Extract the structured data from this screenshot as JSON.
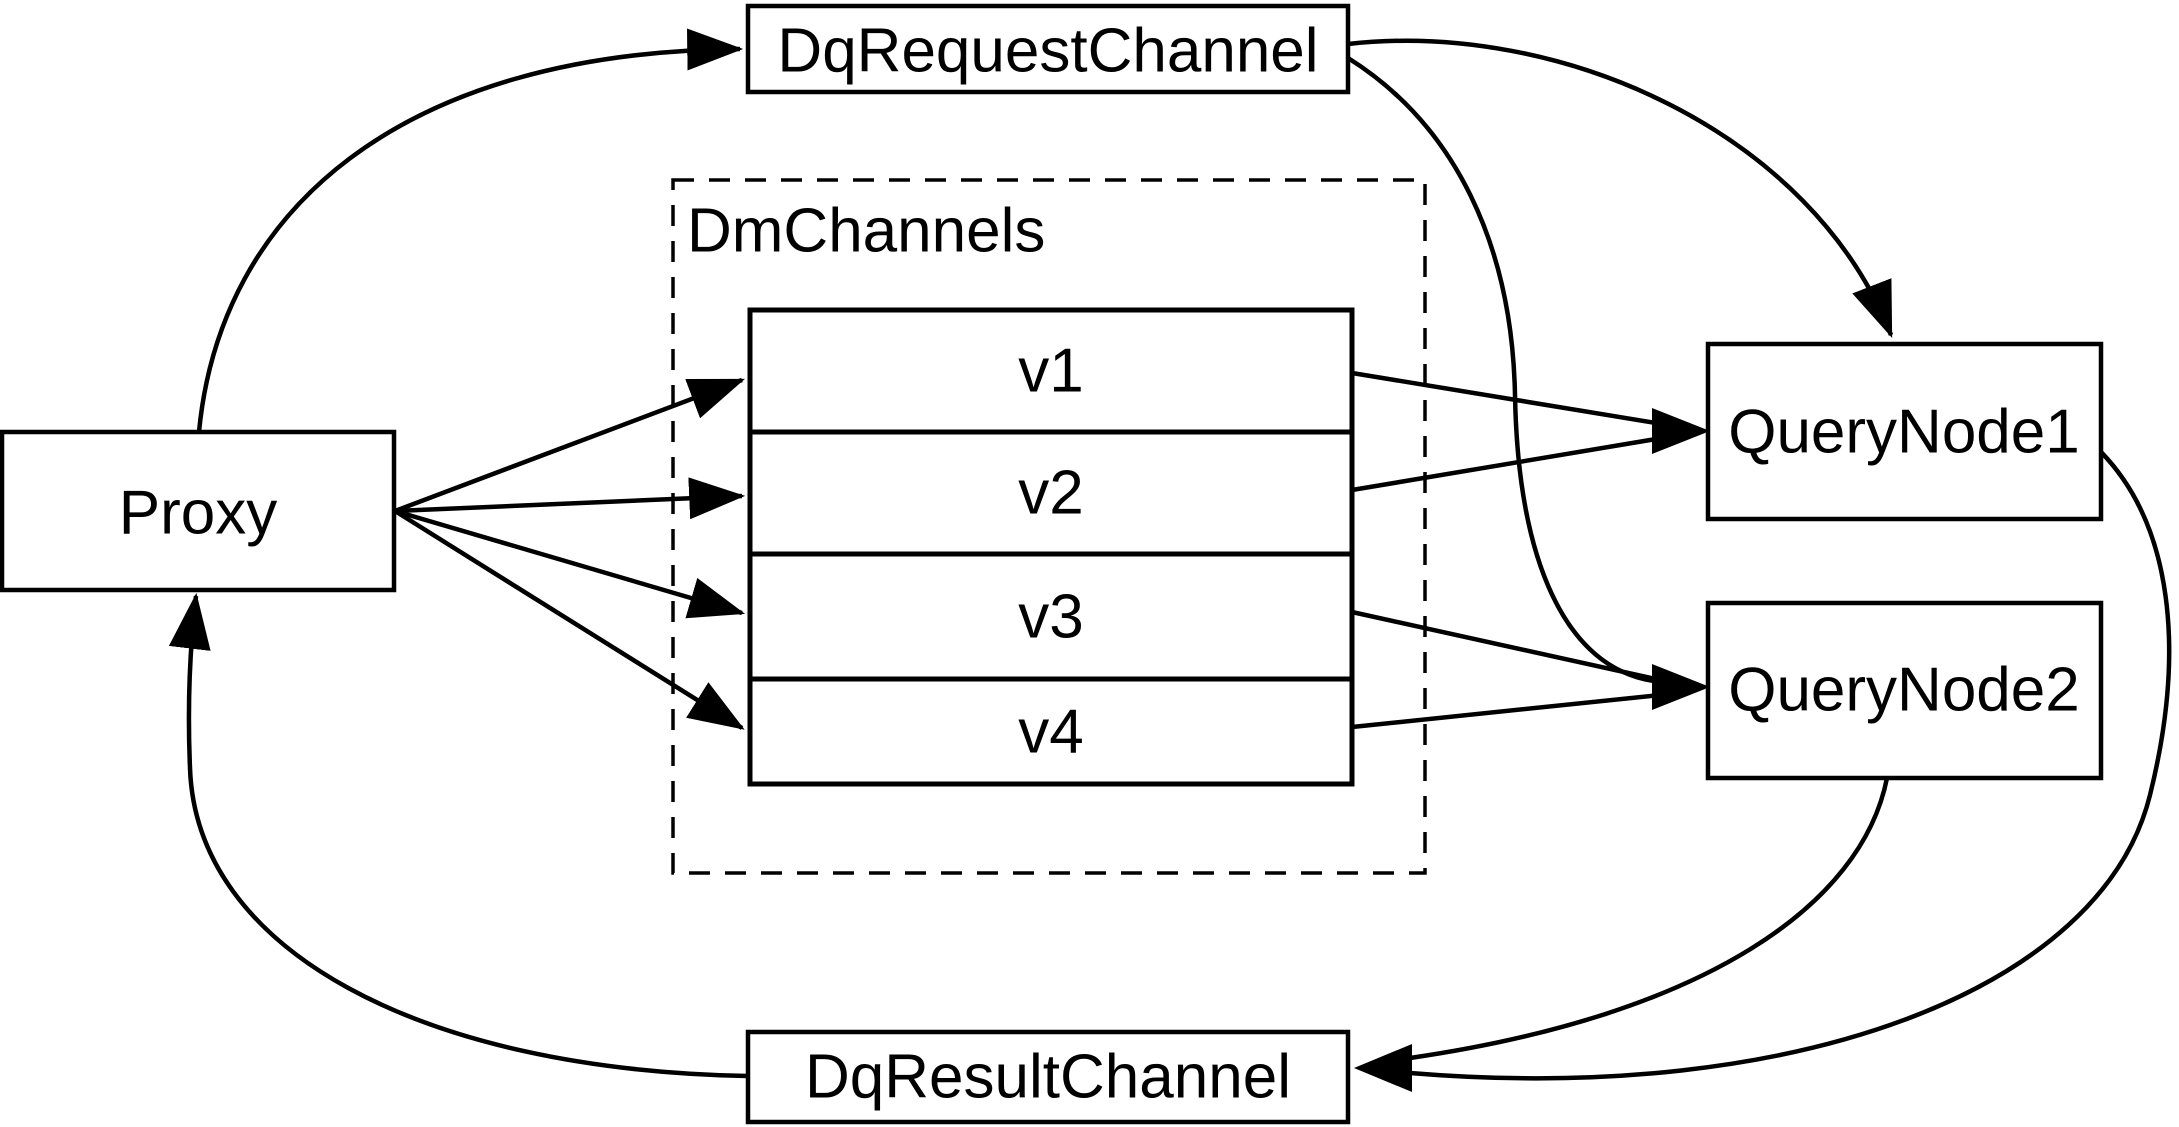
{
  "diagram": {
    "background": "#ffffff",
    "line_color": "#000000",
    "node_fill": "#ffffff",
    "nodes": {
      "dq_request_channel": {
        "label": "DqRequestChannel"
      },
      "proxy": {
        "label": "Proxy"
      },
      "dm_channels_group": {
        "label": "DmChannels"
      },
      "channels": [
        {
          "label": "v1"
        },
        {
          "label": "v2"
        },
        {
          "label": "v3"
        },
        {
          "label": "v4"
        }
      ],
      "query_node1": {
        "label": "QueryNode1"
      },
      "query_node2": {
        "label": "QueryNode2"
      },
      "dq_result_channel": {
        "label": "DqResultChannel"
      }
    },
    "edges": [
      {
        "from": "Proxy",
        "to": "DqRequestChannel"
      },
      {
        "from": "DqRequestChannel",
        "to": "QueryNode1"
      },
      {
        "from": "DqRequestChannel",
        "to": "QueryNode2"
      },
      {
        "from": "Proxy",
        "to": "v1"
      },
      {
        "from": "Proxy",
        "to": "v2"
      },
      {
        "from": "Proxy",
        "to": "v3"
      },
      {
        "from": "Proxy",
        "to": "v4"
      },
      {
        "from": "v1",
        "to": "QueryNode1"
      },
      {
        "from": "v2",
        "to": "QueryNode1"
      },
      {
        "from": "v3",
        "to": "QueryNode2"
      },
      {
        "from": "v4",
        "to": "QueryNode2"
      },
      {
        "from": "QueryNode1",
        "to": "DqResultChannel"
      },
      {
        "from": "QueryNode2",
        "to": "DqResultChannel"
      },
      {
        "from": "DqResultChannel",
        "to": "Proxy"
      }
    ]
  }
}
